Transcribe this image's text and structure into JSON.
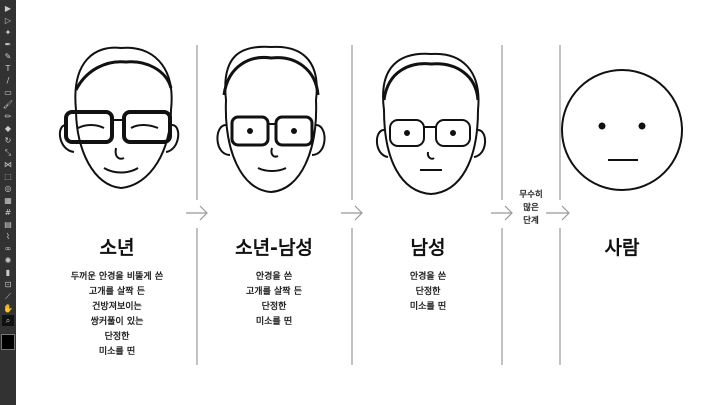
{
  "toolbar": {
    "tools": [
      "selection",
      "direct-selection",
      "magic-wand",
      "pen",
      "curvature",
      "type",
      "line",
      "rectangle",
      "paintbrush",
      "pencil",
      "eraser",
      "rotate",
      "scale",
      "width",
      "free-transform",
      "shape-builder",
      "perspective",
      "mesh",
      "gradient",
      "eyedropper",
      "blend",
      "symbol-sprayer",
      "graph",
      "artboard",
      "slice",
      "hand",
      "zoom"
    ]
  },
  "stages": [
    {
      "title": "소년",
      "lines": [
        "두꺼운 안경을 비뚤게 쓴",
        "고개를 살짝 든",
        "건방져보이는",
        "쌍커풀이 있는",
        "단정한",
        "미소를 띤"
      ]
    },
    {
      "title": "소년-남성",
      "lines": [
        "안경을 쓴",
        "고개를 살짝 든",
        "단정한",
        "미소를 띤"
      ]
    },
    {
      "title": "남성",
      "lines": [
        "안경을 쓴",
        "단정한",
        "미소를 띤"
      ]
    },
    {
      "title": "사람",
      "lines": []
    }
  ],
  "middle_label": [
    "무수히",
    "많은",
    "단계"
  ]
}
